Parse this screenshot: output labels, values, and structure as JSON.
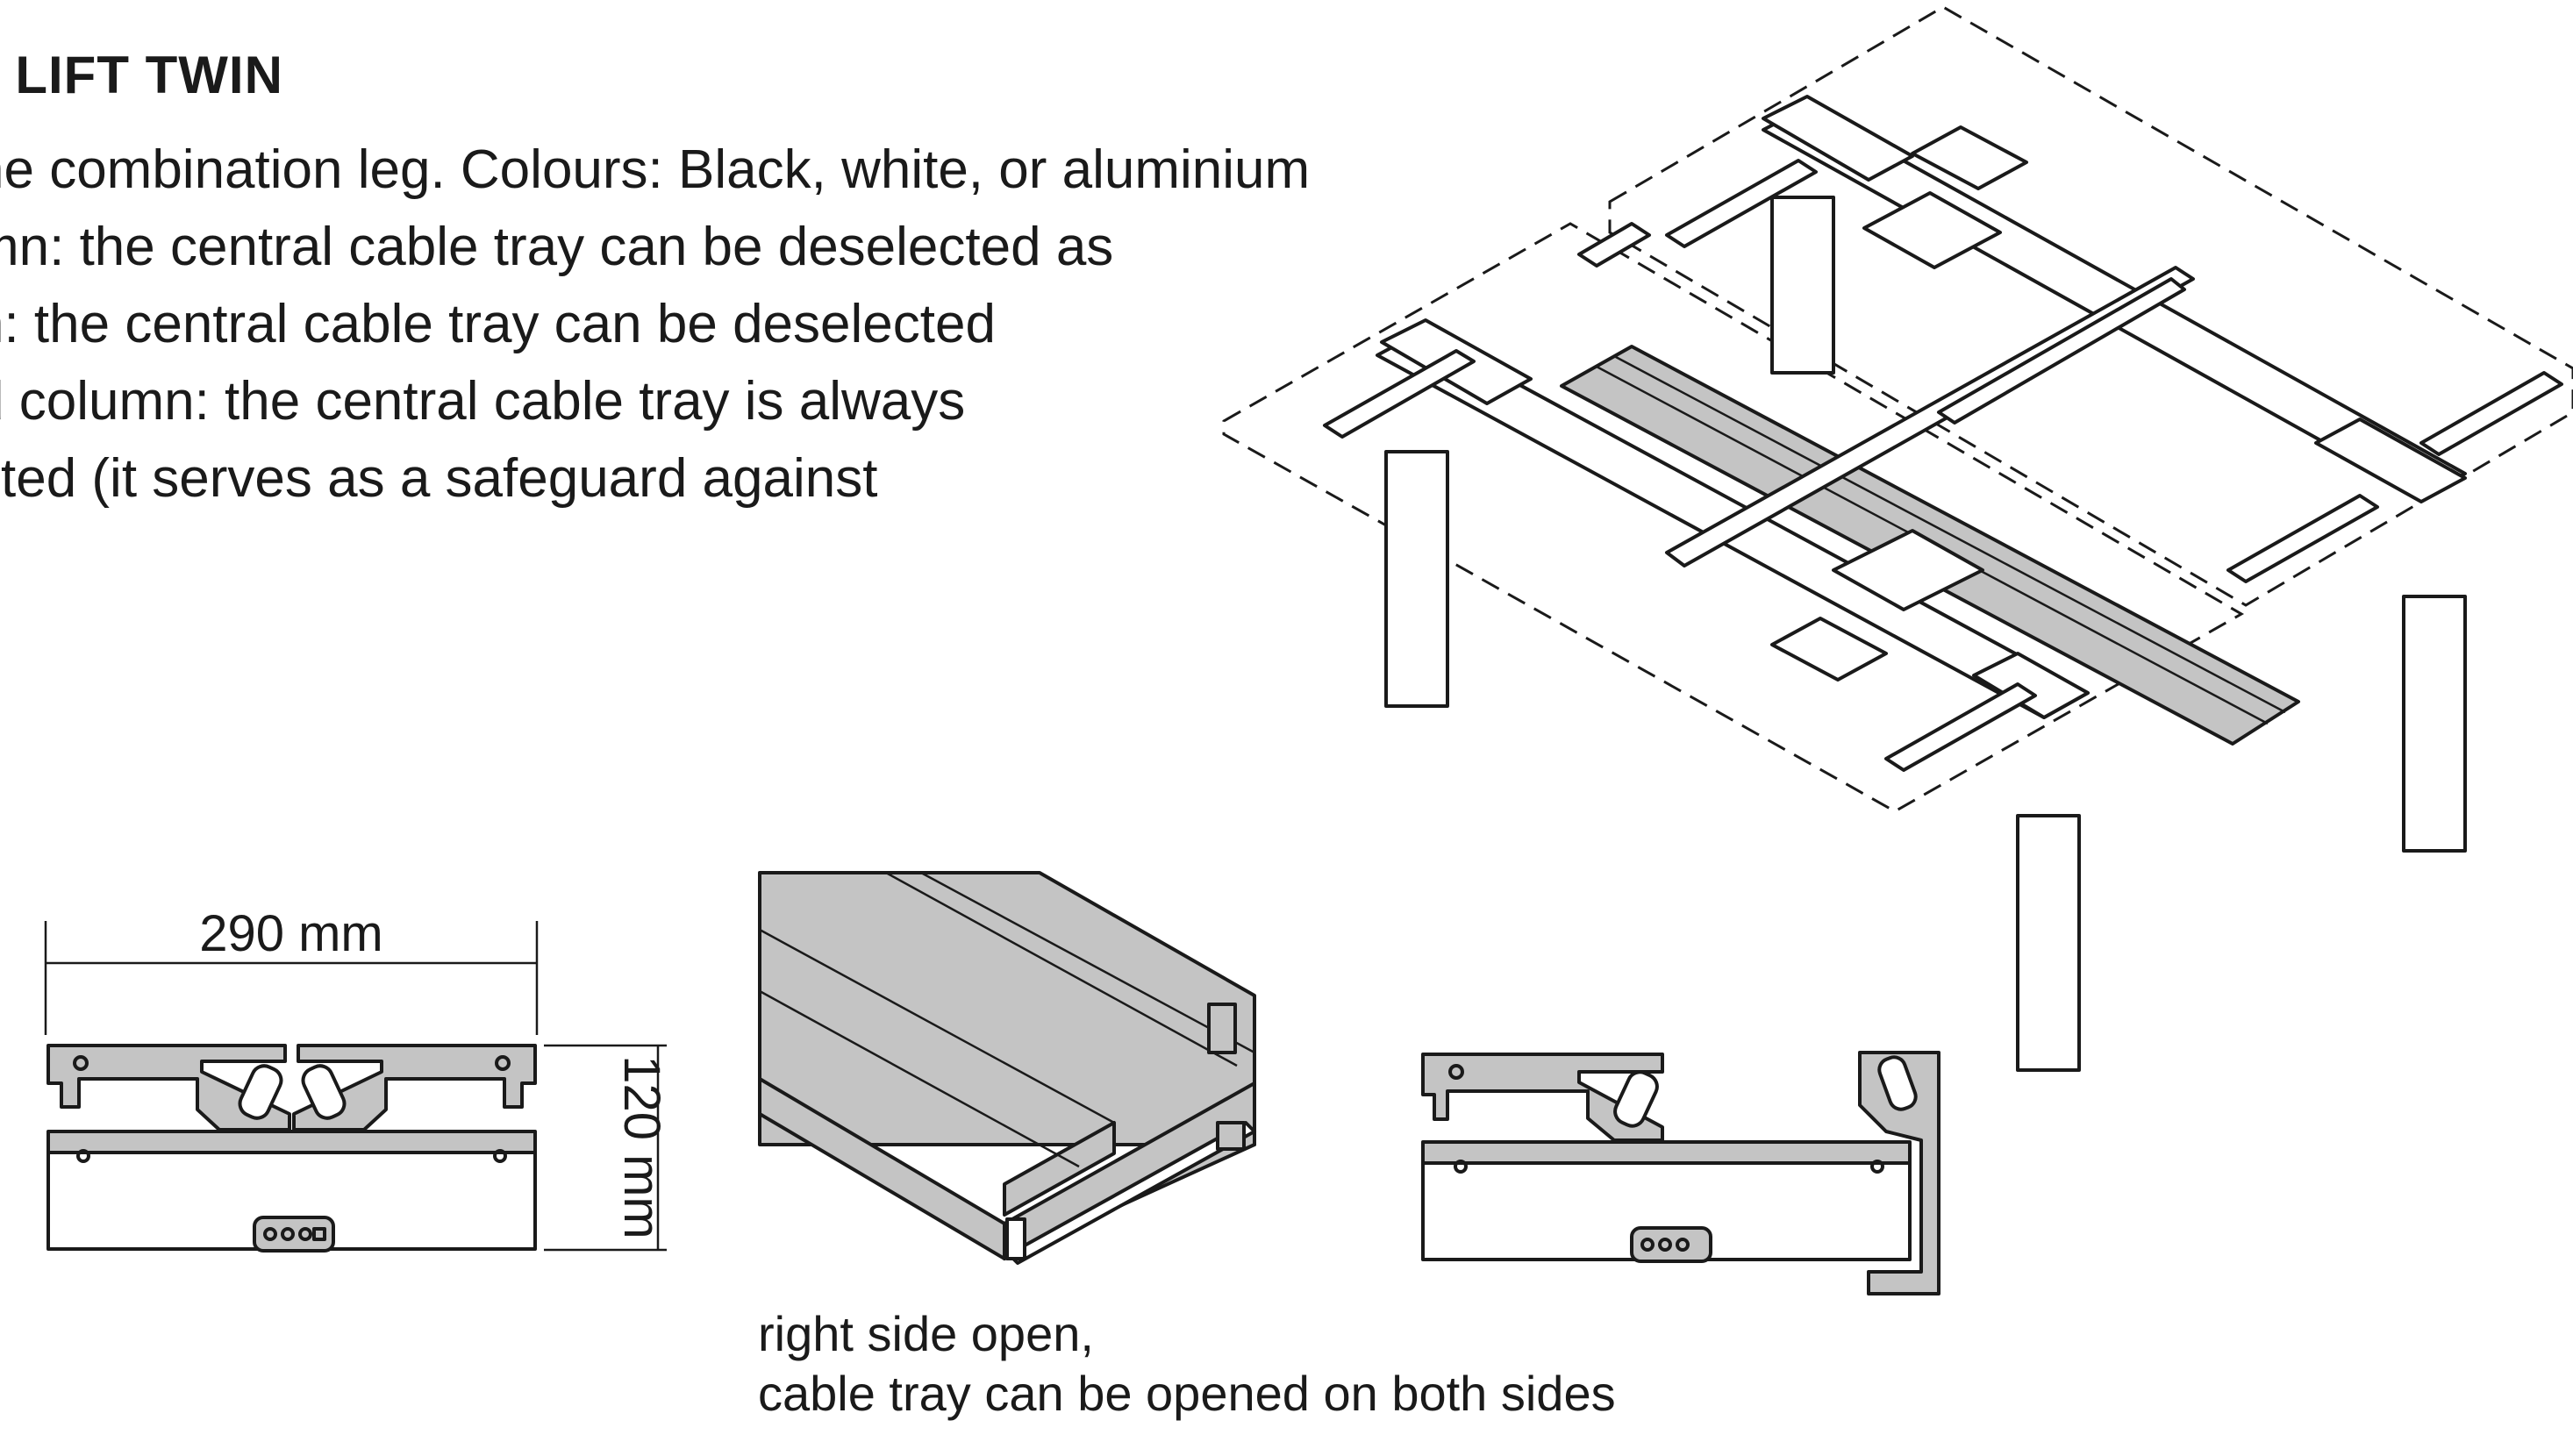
{
  "heading": "LIFT TWIN",
  "intro_lines": [
    "he combination leg. Colours: Black, white, or aluminium",
    "mn: the central cable tray can be deselected as",
    "n: the central cable tray can be deselected",
    "d column: the central cable tray is always",
    "cted (it serves as a safeguard against"
  ],
  "dimensions": {
    "width_label": "290 mm",
    "height_label": "120 mm"
  },
  "caption_lines": [
    "right side open,",
    "cable tray can be opened on both sides"
  ],
  "colors": {
    "line": "#1a1a1a",
    "fill_grey": "#c4c4c4",
    "background": "#ffffff"
  }
}
